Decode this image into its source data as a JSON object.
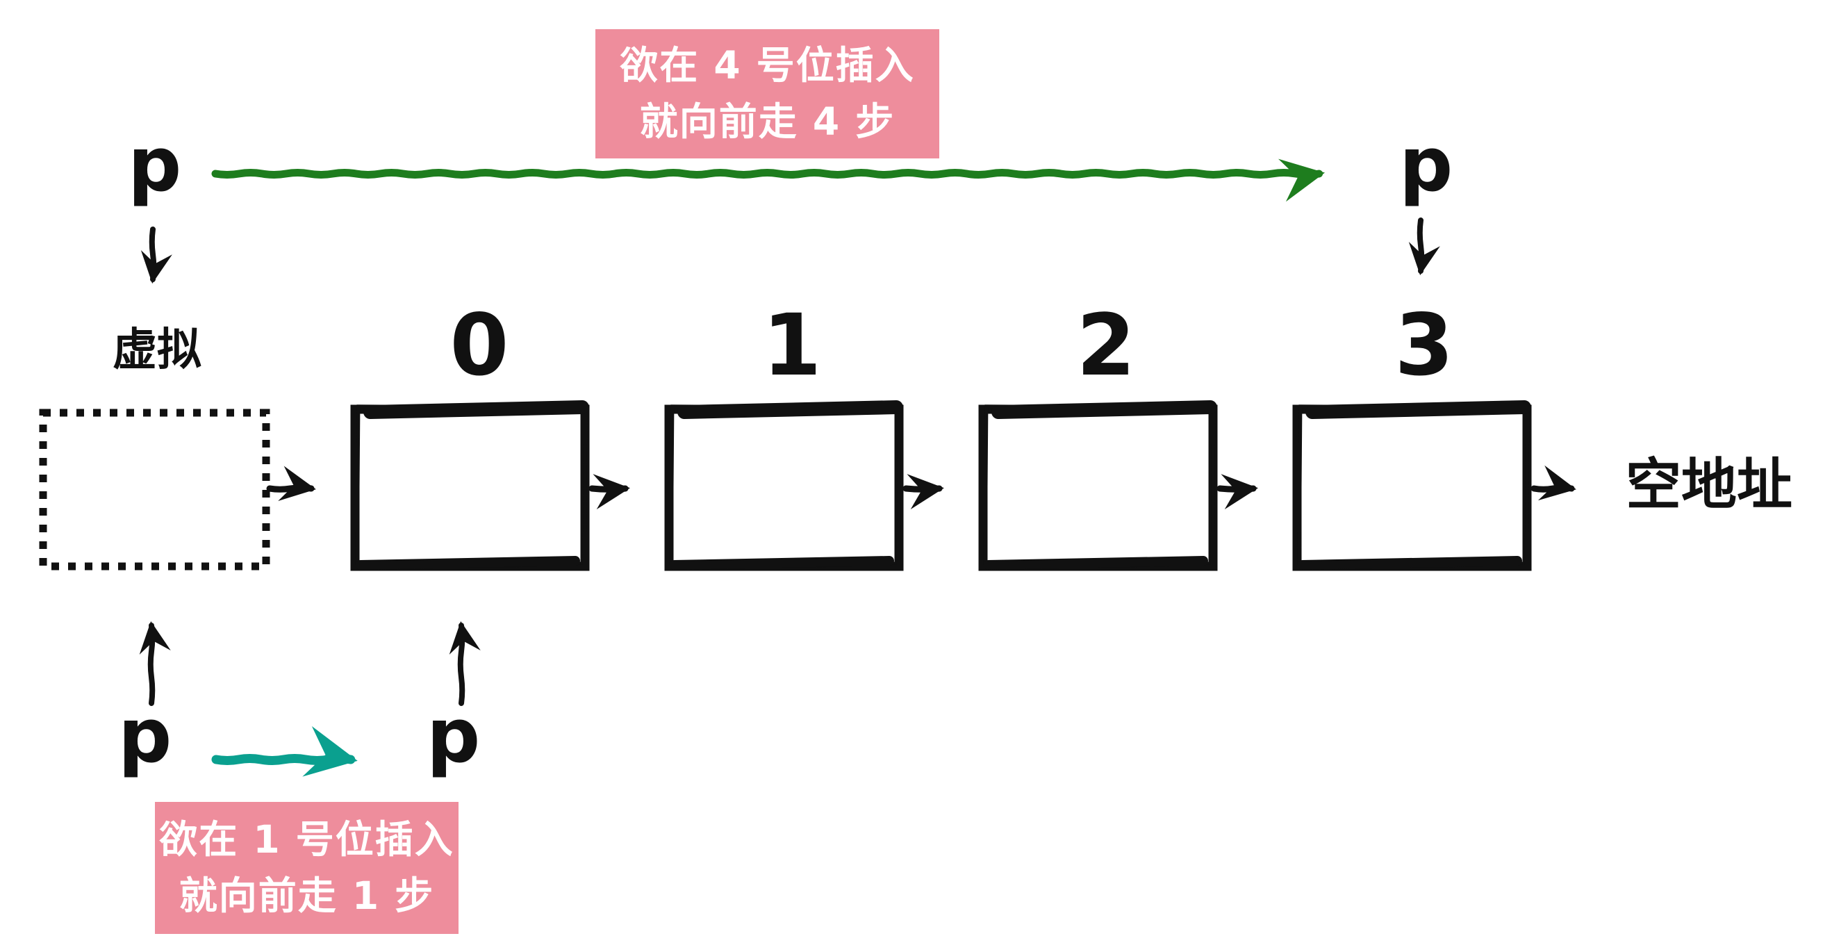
{
  "diagram": {
    "pointer_label": "p",
    "dummy_node_label": "虚拟",
    "null_label": "空地址",
    "node_labels": [
      "0",
      "1",
      "2",
      "3"
    ],
    "annotations": {
      "top": {
        "line1": "欲在 4 号位插入",
        "line2": "就向前走 4 步"
      },
      "bottom": {
        "line1": "欲在 1 号位插入",
        "line2": "就向前走 1 步"
      }
    },
    "colors": {
      "ink": "#111111",
      "walk4_arrow_green": "#1e7d1e",
      "walk1_arrow_teal": "#0aa08f",
      "annotation_bg_pink": "#ee8d9c",
      "annotation_text": "#ffffff",
      "background": "#ffffff"
    }
  }
}
